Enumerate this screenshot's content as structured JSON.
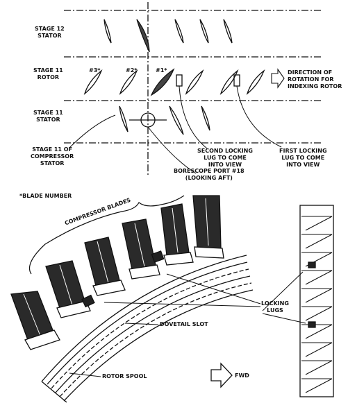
{
  "labels": {
    "stage12_stator": "STAGE 12\nSTATOR",
    "stage11_rotor": "STAGE 11\nROTOR",
    "stage11_stator": "STAGE 11\nSTATOR",
    "stage11_compressor_stator": "STAGE 11 OF\nCOMPRESSOR\nSTATOR",
    "blade3": "#3*",
    "blade2": "#2*",
    "blade1": "#1*",
    "direction_of_rotation": "DIRECTION OF\nROTATION FOR\nINDEXING ROTOR",
    "second_locking_lug": "SECOND LOCKING\nLUG TO COME\nINTO VIEW",
    "first_locking_lug": "FIRST LOCKING\nLUG TO COME\nINTO VIEW",
    "borescope_port": "BORESCOPE PORT #18\n(LOOKING AFT)",
    "blade_number_note": "*BLADE NUMBER",
    "compressor_blades": "COMPRESSOR BLADES",
    "locking_lugs": "LOCKING\nLUGS",
    "dovetail_slot": "DOVETAIL SLOT",
    "rotor_spool": "ROTOR SPOOL",
    "fwd": "FWD"
  }
}
